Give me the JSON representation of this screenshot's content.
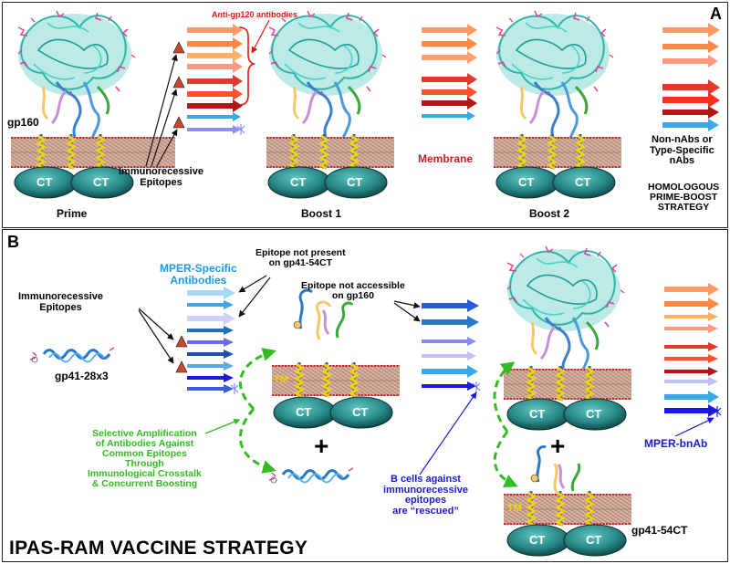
{
  "panel_a": {
    "letter": "A",
    "gp160_label": "gp160",
    "anti_gp120_label": "Anti-gp120 antibodies",
    "immunorecessive_label": [
      "Immunorecessive",
      "Epitopes"
    ],
    "membrane_label": "Membrane",
    "non_nabs_label": [
      "Non-nAbs or",
      "Type-Specific",
      "nAbs"
    ],
    "strategy_label": [
      "HOMOLOGOUS",
      "PRIME-BOOST",
      "STRATEGY"
    ],
    "stage_labels": [
      "Prime",
      "Boost 1",
      "Boost 2"
    ],
    "ct_label": "CT"
  },
  "panel_b": {
    "letter": "B",
    "mper_specific_label": [
      "MPER-Specific",
      "Antibodies"
    ],
    "immunorecessive_label": [
      "Immunorecessive",
      "Epitopes"
    ],
    "epitope_not_present_label": [
      "Epitope not present",
      "on gp41-54CT"
    ],
    "epitope_not_accessible_label": [
      "Epitope not accessible",
      "on gp160"
    ],
    "gp41_28x3_label": "gp41-28x3",
    "selective_label": [
      "Selective Amplification",
      "of Antibodies Against",
      "Common Epitopes",
      "Through",
      "Immunological Crosstalk",
      "& Concurrent Boosting"
    ],
    "b_cells_label": [
      "B cells against",
      "immunorecessive",
      "epitopes",
      "are “rescued”"
    ],
    "mper_bnab_label": "MPER-bnAb",
    "gp41_54ct_label": "gp41-54CT",
    "strategy_title": "IPAS-RAM VACCINE STRATEGY",
    "tm_label": "TM",
    "ct_label": "CT",
    "plus_sign": "+"
  },
  "colors": {
    "protein_teal": "#3fc4b8",
    "protein_pink": "#e0409a",
    "membrane_red": "#c8202a",
    "helix_yellow": "#f2d20a",
    "ct_teal": "#2f8f8c",
    "green_text": "#33bb22",
    "blue_text": "#1a1ad8",
    "mper_blue_text": "#1a9be0",
    "red_label": "#e01818"
  }
}
